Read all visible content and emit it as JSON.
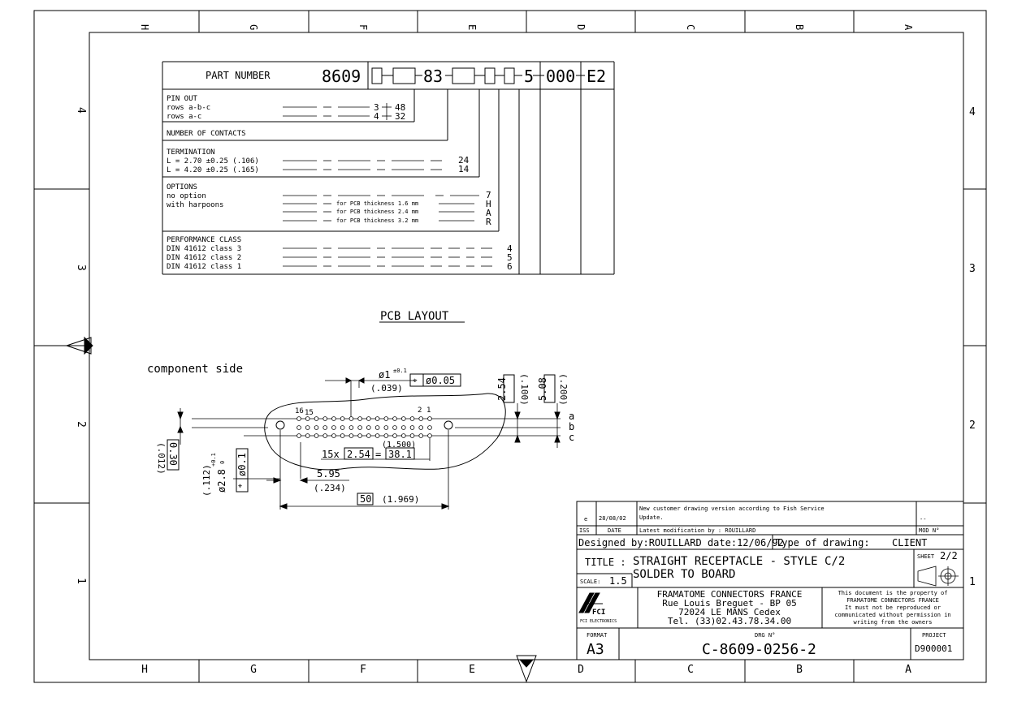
{
  "frame": {
    "zones_top": [
      "H",
      "G",
      "F",
      "E",
      "D",
      "C",
      "B",
      "A"
    ],
    "zones_bottom": [
      "H",
      "G",
      "F",
      "E",
      "D",
      "C",
      "B",
      "A"
    ],
    "rows_left": [
      "4",
      "3",
      "2",
      "1"
    ],
    "rows_right": [
      "4",
      "3",
      "2",
      "1"
    ]
  },
  "part_table": {
    "header_label": "PART NUMBER",
    "code": {
      "prefix": "8609",
      "mid": "83",
      "n5": "5",
      "n000": "000",
      "suffix": "E2"
    },
    "pinout": {
      "title": "PIN OUT",
      "rows": [
        {
          "label": "rows a-b-c",
          "code": "3",
          "value": "48"
        },
        {
          "label": "rows a-c",
          "code": "4",
          "value": "32"
        }
      ]
    },
    "contacts_title": "NUMBER OF CONTACTS",
    "termination": {
      "title": "TERMINATION",
      "rows": [
        {
          "label": "L = 2.70 ±0.25 (.106)",
          "value": "24"
        },
        {
          "label": "L = 4.20 ±0.25 (.165)",
          "value": "14"
        }
      ]
    },
    "options": {
      "title": "OPTIONS",
      "no_option": "no option",
      "with_harpoons": "with harpoons",
      "pcb_rows": [
        "for PCB thickness 1.6 mm",
        "for PCB thickness 2.4 mm",
        "for PCB thickness 3.2 mm"
      ],
      "codes": [
        "7",
        "H",
        "A",
        "R"
      ]
    },
    "performance": {
      "title": "PERFORMANCE CLASS",
      "rows": [
        {
          "label": "DIN 41612 class 3",
          "value": "4"
        },
        {
          "label": "DIN 41612 class 2",
          "value": "5"
        },
        {
          "label": "DIN 41612 class 1",
          "value": "6"
        }
      ]
    }
  },
  "pcb": {
    "title": "PCB LAYOUT",
    "side_label": "component side",
    "hole_dia": "ø1",
    "hole_tol": "±0.1",
    "hole_inch": "(.039)",
    "hole_pos_tol": "ø0.05",
    "pitch_v1": "2.54",
    "pitch_v1_inch": "(.100)",
    "pitch_v2": "5.08",
    "pitch_v2_inch": "(.200)",
    "row_labels": [
      "a",
      "b",
      "c"
    ],
    "pin_first": "16",
    "pin_second": "15",
    "pin_r2": "2",
    "pin_r1": "1",
    "span_inch": "(1.500)",
    "span_count": "15x",
    "span_pitch": "2.54",
    "span_eq": "=",
    "span_total": "38.1",
    "offset": "5.95",
    "offset_inch": "(.234)",
    "overall": "50",
    "overall_inch": "(1.969)",
    "mount_hole_dia": "ø2.8",
    "mount_hole_tol_up": "+0.1",
    "mount_hole_tol_low": "0",
    "mount_hole_inch": "(.112)",
    "mount_pos_tol": "ø0.1",
    "edge_dim": "0.30",
    "edge_inch": "(.012)"
  },
  "title_block": {
    "rev_letter": "e",
    "rev_date": "28/08/02",
    "rev_desc_1": "New customer drawing version according to Fish Service",
    "rev_desc_2": "Update.",
    "rev_mod": "--",
    "iss_label": "ISS",
    "date_label": "DATE",
    "latest_mod": "Latest modification by :  ROUILLARD",
    "mod_label": "MOD N°",
    "designed": "Designed by:ROUILLARD date:12/06/92",
    "type_drawing": "Type of drawing:",
    "client": "CLIENT",
    "title_label": "TITLE :",
    "title_1": "STRAIGHT RECEPTACLE - STYLE C/2",
    "title_2": "SOLDER TO BOARD",
    "scale_label": "SCALE:",
    "scale_value": "1.5",
    "sheet_label": "SHEET",
    "sheet_value": "2/2",
    "logo_text": "FCI",
    "logo_sub": "FCI ELECTRONICS",
    "company": [
      "FRAMATOME CONNECTORS FRANCE",
      "Rue Louis Breguet - BP 05",
      "72024  LE MANS Cedex",
      "Tel. (33)02.43.78.34.00"
    ],
    "notice": [
      "This document is the property of",
      "FRAMATOME CONNECTORS FRANCE",
      "It must not be reproduced or",
      "communicated without permission in",
      "writing from the owners"
    ],
    "format_label": "FORMAT",
    "format_value": "A3",
    "drg_label": "DRG N°",
    "drg_value": "C-8609-0256-2",
    "project_label": "PROJECT",
    "project_value": "D900001"
  }
}
